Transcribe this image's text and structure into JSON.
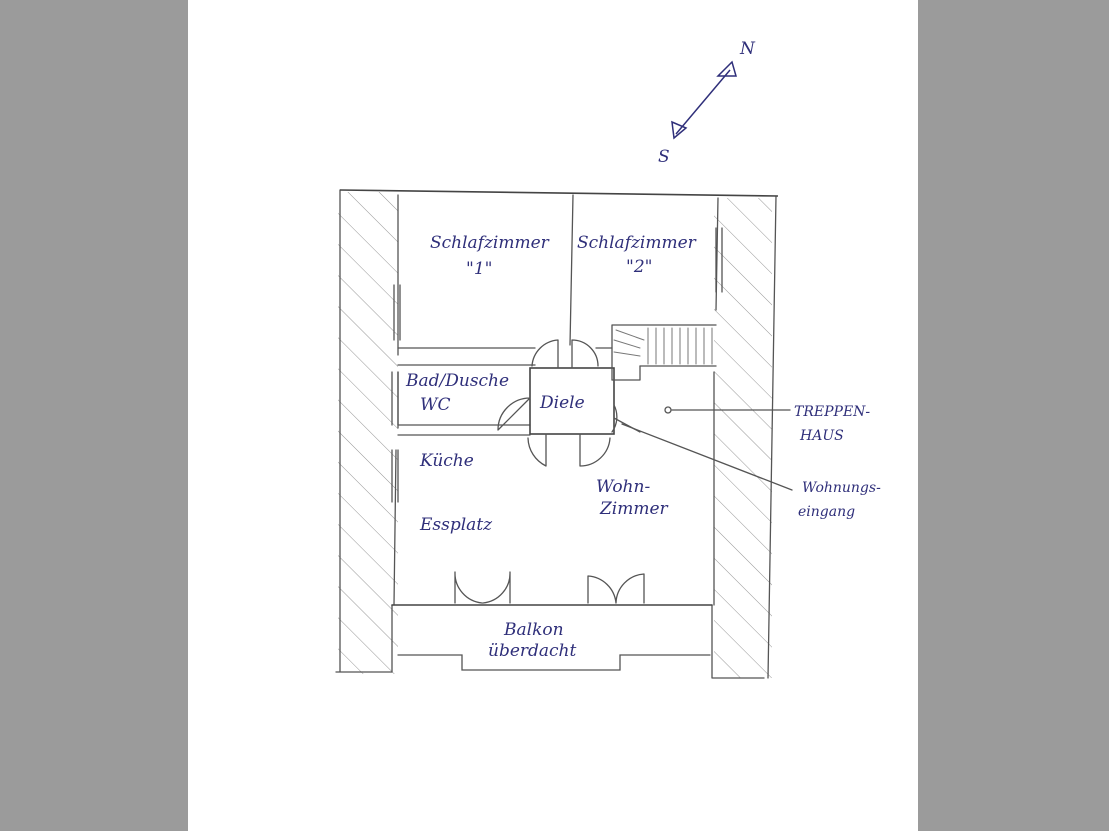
{
  "compass": {
    "north": "N",
    "south": "S"
  },
  "rooms": {
    "bedroom1_line1": "Schlafzimmer",
    "bedroom1_line2": "\"1\"",
    "bedroom2_line1": "Schlafzimmer",
    "bedroom2_line2": "\"2\"",
    "bath_line1": "Bad/Dusche",
    "bath_line2": "WC",
    "hall": "Diele",
    "kitchen": "Küche",
    "dining": "Essplatz",
    "living_line1": "Wohn-",
    "living_line2": "Zimmer",
    "balcony_line1": "Balkon",
    "balcony_line2": "überdacht"
  },
  "annotations": {
    "stairwell_line1": "TREPPEN-",
    "stairwell_line2": "HAUS",
    "entrance_line1": "Wohnungs-",
    "entrance_line2": "eingang"
  },
  "colors": {
    "ink": "#2f2f7a",
    "pencil": "#555555",
    "background": "#9b9b9b",
    "paper": "#ffffff"
  }
}
